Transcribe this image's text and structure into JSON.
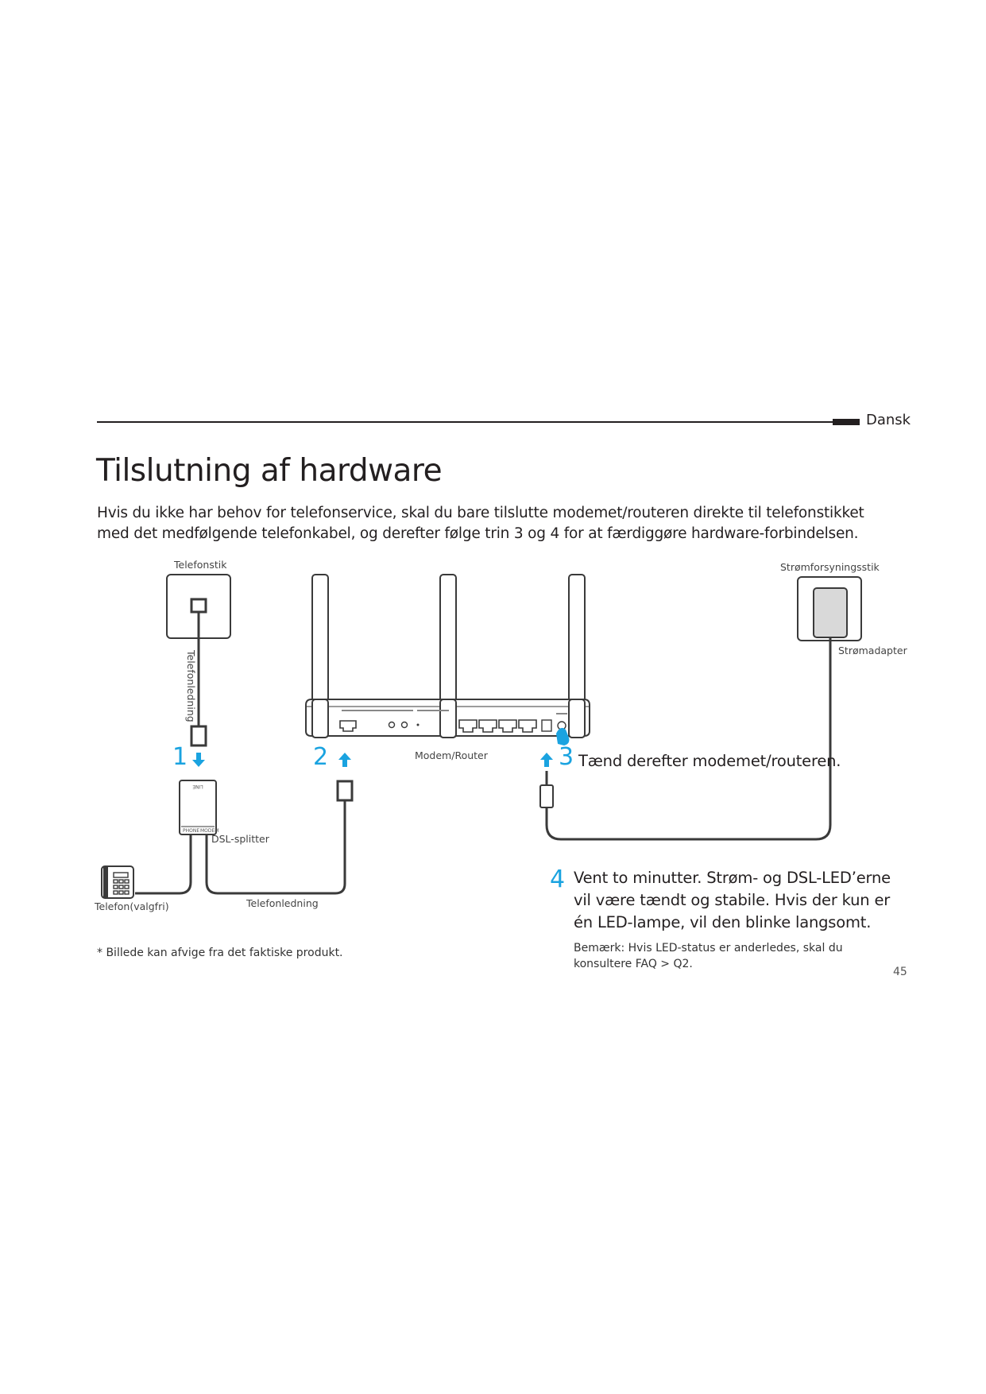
{
  "header": {
    "language": "Dansk"
  },
  "title": "Tilslutning af hardware",
  "intro": "Hvis du ikke har behov for telefonservice, skal du bare tilslutte modemet/routeren direkte til telefonstikket med det medfølgende telefonkabel, og derefter følge trin 3 og 4 for at færdiggøre hardware-forbindelsen.",
  "diagram": {
    "labels": {
      "phone_jack": "Telefonstik",
      "phone_cord_vertical": "Telefonledning",
      "dsl_splitter": "DSL-splitter",
      "telephone": "Telefon(valgfri)",
      "phone_cord_bottom": "Telefonledning",
      "modem_router": "Modem/Router",
      "power_outlet": "Strømforsyningsstik",
      "power_adapter": "Strømadapter",
      "splitter_line": "LINE",
      "splitter_phone": "PHONE",
      "splitter_modem": "MODEM"
    },
    "step_numbers": {
      "s1": "1",
      "s2": "2",
      "s3": "3",
      "s4": "4"
    },
    "accent_color": "#1aa3e0"
  },
  "steps": {
    "step3_text": "Tænd derefter modemet/routeren.",
    "step4_text": "Vent to minutter. Strøm- og DSL-LED’erne vil være tændt og stabile. Hvis der kun er én LED-lampe, vil den blinke langsomt.",
    "note": "Bemærk: Hvis LED-status er anderledes, skal du konsultere FAQ > Q2."
  },
  "footnote": "* Billede kan afvige fra det faktiske produkt.",
  "page_number": "45"
}
